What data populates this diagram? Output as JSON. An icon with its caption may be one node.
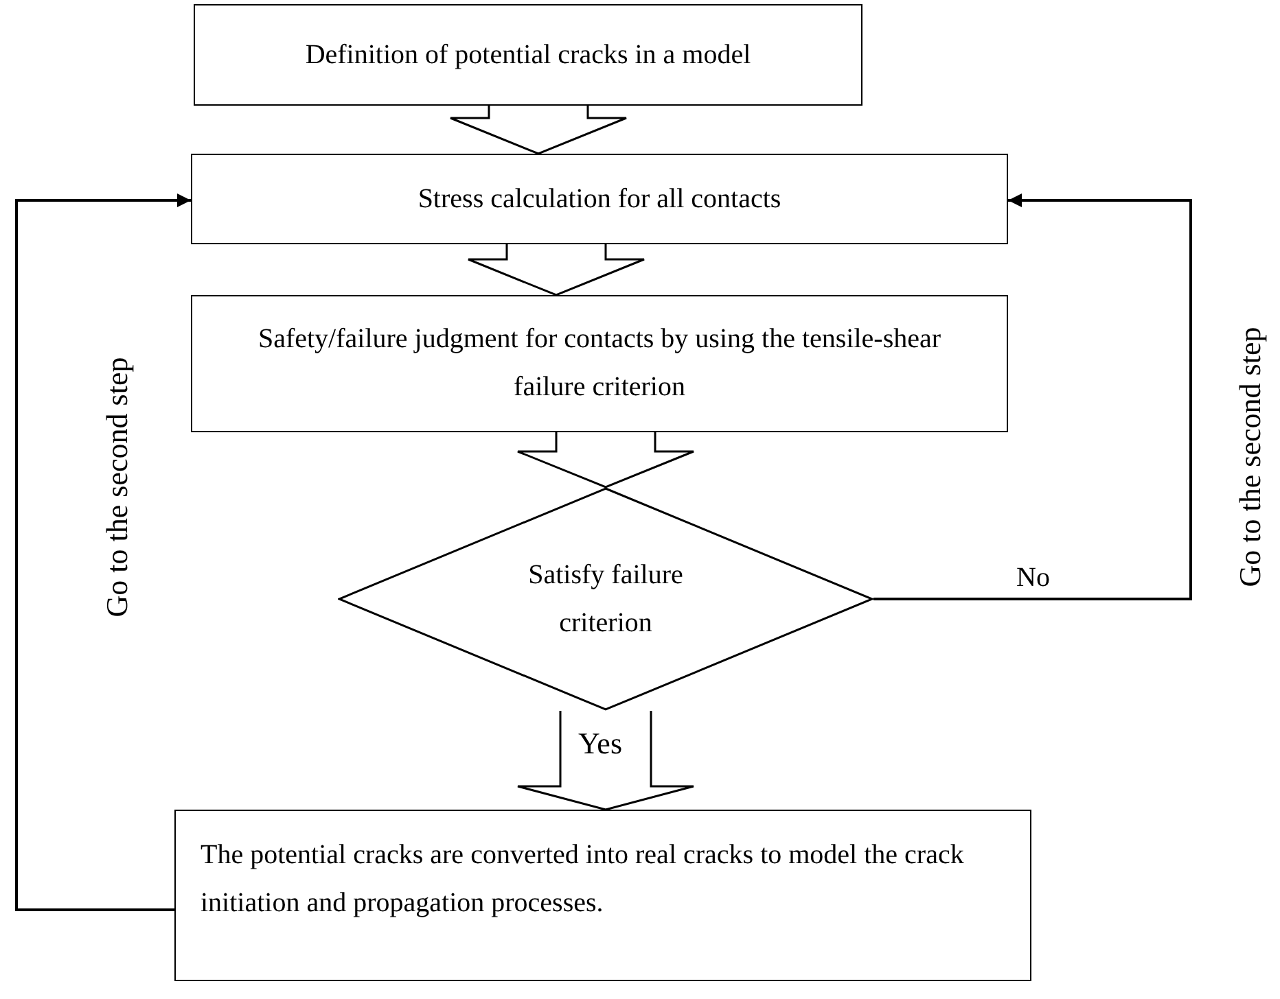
{
  "diagram": {
    "nodes": [
      {
        "text": [
          "Definition of potential cracks in a model"
        ]
      },
      {
        "text": [
          "Stress calculation for all contacts"
        ]
      },
      {
        "text": [
          "Safety/failure judgment for contacts by using the tensile-shear failure criterion"
        ]
      },
      {
        "text": [
          "Satisfy failure criterion"
        ]
      },
      {
        "text": [
          "The potential cracks are converted into real cracks to model the crack initiation and propagation processes."
        ]
      }
    ],
    "edges": [
      {
        "from": 0,
        "to": 1,
        "arrow": "to",
        "style": "thick"
      },
      {
        "from": 1,
        "to": 2,
        "arrow": "to",
        "style": "thick"
      },
      {
        "from": 2,
        "to": 3,
        "arrow": "to",
        "style": "thick"
      },
      {
        "from": 3,
        "to": 4,
        "arrow": "to",
        "style": "thick",
        "label": "Yes"
      },
      {
        "from": 3,
        "to": 1,
        "arrow": "to",
        "label": "No"
      },
      {
        "from": 4,
        "to": 1,
        "arrow": "to",
        "label": "Go to the second step"
      }
    ],
    "labels": [
      "Go to the second step"
    ]
  }
}
